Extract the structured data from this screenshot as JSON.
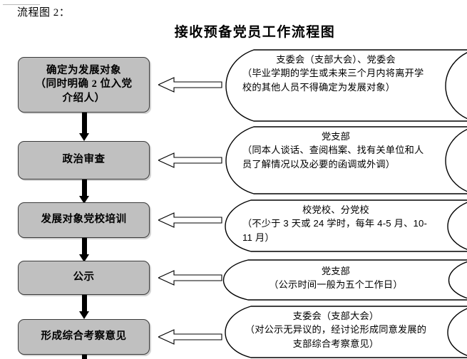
{
  "document": {
    "caption": "流程图 2：",
    "title": "接收预备党员工作流程图"
  },
  "flow": {
    "steps": [
      {
        "id": "step-1",
        "label": "确定为发展对象\n（同时明确 2 位入党\n介绍人）",
        "note_head": "支委会（支部大会）、党委会",
        "note_body": "（毕业学期的学生或未来三个月内将离开学校的其他人员不得确定为发展对象）",
        "arrow": "left-arrow-1"
      },
      {
        "id": "step-2",
        "label": "政治审查",
        "note_head": "党支部",
        "note_body": "（同本人谈话、查阅档案、找有关单位和人员了解情况以及必要的函调或外调）",
        "arrow": "left-arrow-2"
      },
      {
        "id": "step-3",
        "label": "发展对象党校培训",
        "note_head": "校党校、分党校",
        "note_body": "（不少于 3 天或 24 学时，每年 4-5 月、10-11 月）",
        "arrow": "left-arrow-3"
      },
      {
        "id": "step-4",
        "label": "公示",
        "note_head": "党支部",
        "note_body": "（公示时间一般为五个工作日）",
        "arrow": "left-arrow-4"
      },
      {
        "id": "step-5",
        "label": "形成综合考察意见",
        "note_head": "支委会（支部大会）",
        "note_body": "（对公示无异议的，经讨论形成同意发展的支部综合考察意见）",
        "arrow": "left-arrow-5"
      }
    ]
  },
  "colors": {
    "box_fill": "#C0C0C0",
    "box_border": "#3A3A3A",
    "arrow_solid": "#000000",
    "note_border": "#000000",
    "page_background": "#FFFFFF"
  }
}
